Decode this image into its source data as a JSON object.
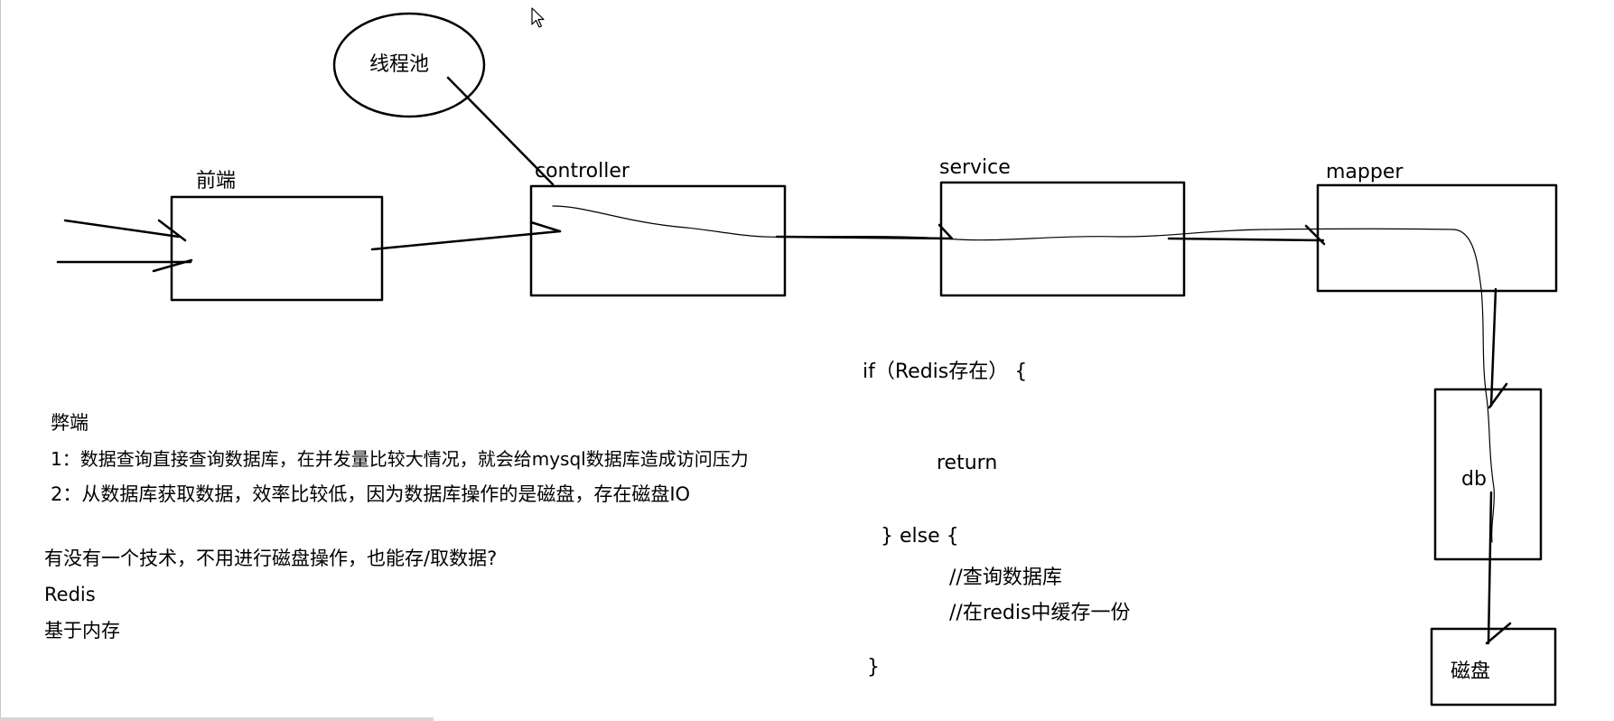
{
  "colors": {
    "ink": "#000000",
    "background": "#ffffff"
  },
  "diagram": {
    "thread_pool": {
      "label": "线程池"
    },
    "nodes": {
      "frontend": {
        "label": "前端"
      },
      "controller": {
        "label": "controller"
      },
      "service": {
        "label": "service"
      },
      "mapper": {
        "label": "mapper"
      },
      "db": {
        "label": "db"
      },
      "disk": {
        "label": "磁盘"
      }
    },
    "edges": [
      {
        "from": "external-request",
        "to": "frontend"
      },
      {
        "from": "external-request",
        "to": "frontend"
      },
      {
        "from": "frontend",
        "to": "controller"
      },
      {
        "from": "controller",
        "to": "service"
      },
      {
        "from": "service",
        "to": "mapper"
      },
      {
        "from": "mapper",
        "to": "db"
      },
      {
        "from": "db",
        "to": "disk"
      },
      {
        "from": "thread_pool",
        "to": "controller"
      }
    ]
  },
  "notes": {
    "drawbacks_title": "弊端",
    "drawback_1": "1：数据查询直接查询数据库，在并发量比较大情况，就会给mysql数据库造成访问压力",
    "drawback_2": "2：从数据库获取数据，效率比较低，因为数据库操作的是磁盘，存在磁盘IO",
    "question": "有没有一个技术，不用进行磁盘操作，也能存/取数据?",
    "answer": "Redis",
    "answer_detail": "基于内存"
  },
  "pseudo_code": {
    "line_if": "if（Redis存在）  {",
    "line_return": "return",
    "line_else": "} else  {",
    "comment_query": "//查询数据库",
    "comment_cache": "//在redis中缓存一份",
    "line_close": "}"
  },
  "icons": {
    "cursor": "mouse-pointer-icon"
  }
}
